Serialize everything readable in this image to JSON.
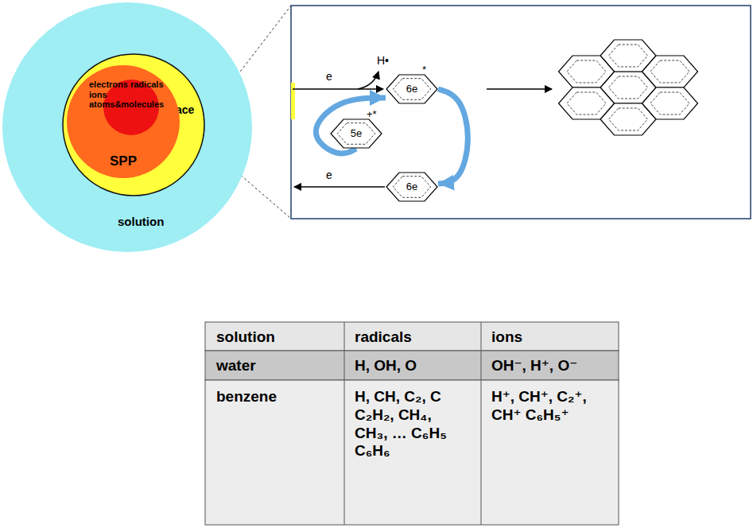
{
  "diagram": {
    "nodes": [
      {
        "text": [
          "solution"
        ]
      },
      {
        "text": [
          "interface"
        ],
        "in": 0
      },
      {
        "text": [
          "electrons radicals ions atoms&molecules",
          "SPP"
        ],
        "in": 1
      },
      {
        "text": [
          "6e",
          "*"
        ]
      },
      {
        "text": [
          "5e",
          "+*"
        ]
      },
      {
        "text": [
          "6e"
        ]
      }
    ],
    "edges": [
      {
        "from": 3,
        "to": 5,
        "arrow": "to"
      },
      {
        "from": 4,
        "to": 3,
        "arrow": "to"
      }
    ],
    "labels": [
      "e",
      "H•",
      "e",
      "solution",
      "radicals",
      "ions",
      "water",
      "H, OH, O",
      "OH⁻, H⁺, O⁻",
      "benzene",
      "H, CH, C₂, C C₂H₂, CH₄, CH₃, … C₆H₅ C₆H₆",
      "H⁺, CH⁺, C₂⁺, CH⁺ C₆H₅⁺"
    ]
  }
}
